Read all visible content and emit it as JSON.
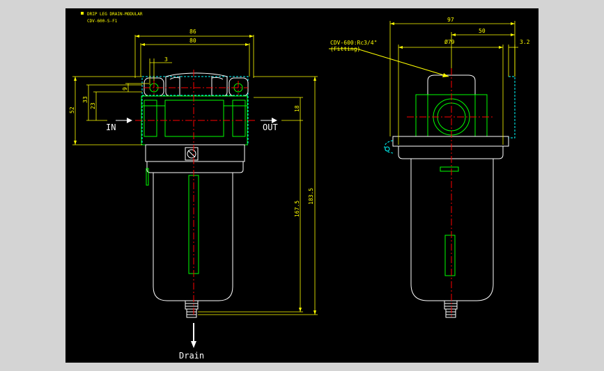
{
  "title_block": {
    "line1": "DRIP LEG DRAIN-MODULAR",
    "line2": "CDV-600-S-F1"
  },
  "front_view": {
    "dims": {
      "overall_width": "86",
      "flange_width": "80",
      "small_offset": "3",
      "h_52": "52",
      "h_33": "33",
      "h_23": "23",
      "h_9": "9",
      "h_18": "18",
      "h_167": "167.5",
      "h_183": "183.5"
    },
    "port_in": "IN",
    "port_out": "OUT",
    "drain": "Drain"
  },
  "side_view": {
    "dims": {
      "overall": "97",
      "offset_50": "50",
      "diameter": "Ø79",
      "offset_3": "3.2"
    },
    "callout_line1": "CDV-600:Rc3/4\"",
    "callout_line2": "(Fitting)"
  },
  "colors": {
    "background": "#000000",
    "outline": "#ffffff",
    "body_green": "#00ff00",
    "dimension": "#ffff00",
    "centerline": "#ff0000",
    "hidden": "#00ffff",
    "frame": "#d4d4d4"
  }
}
